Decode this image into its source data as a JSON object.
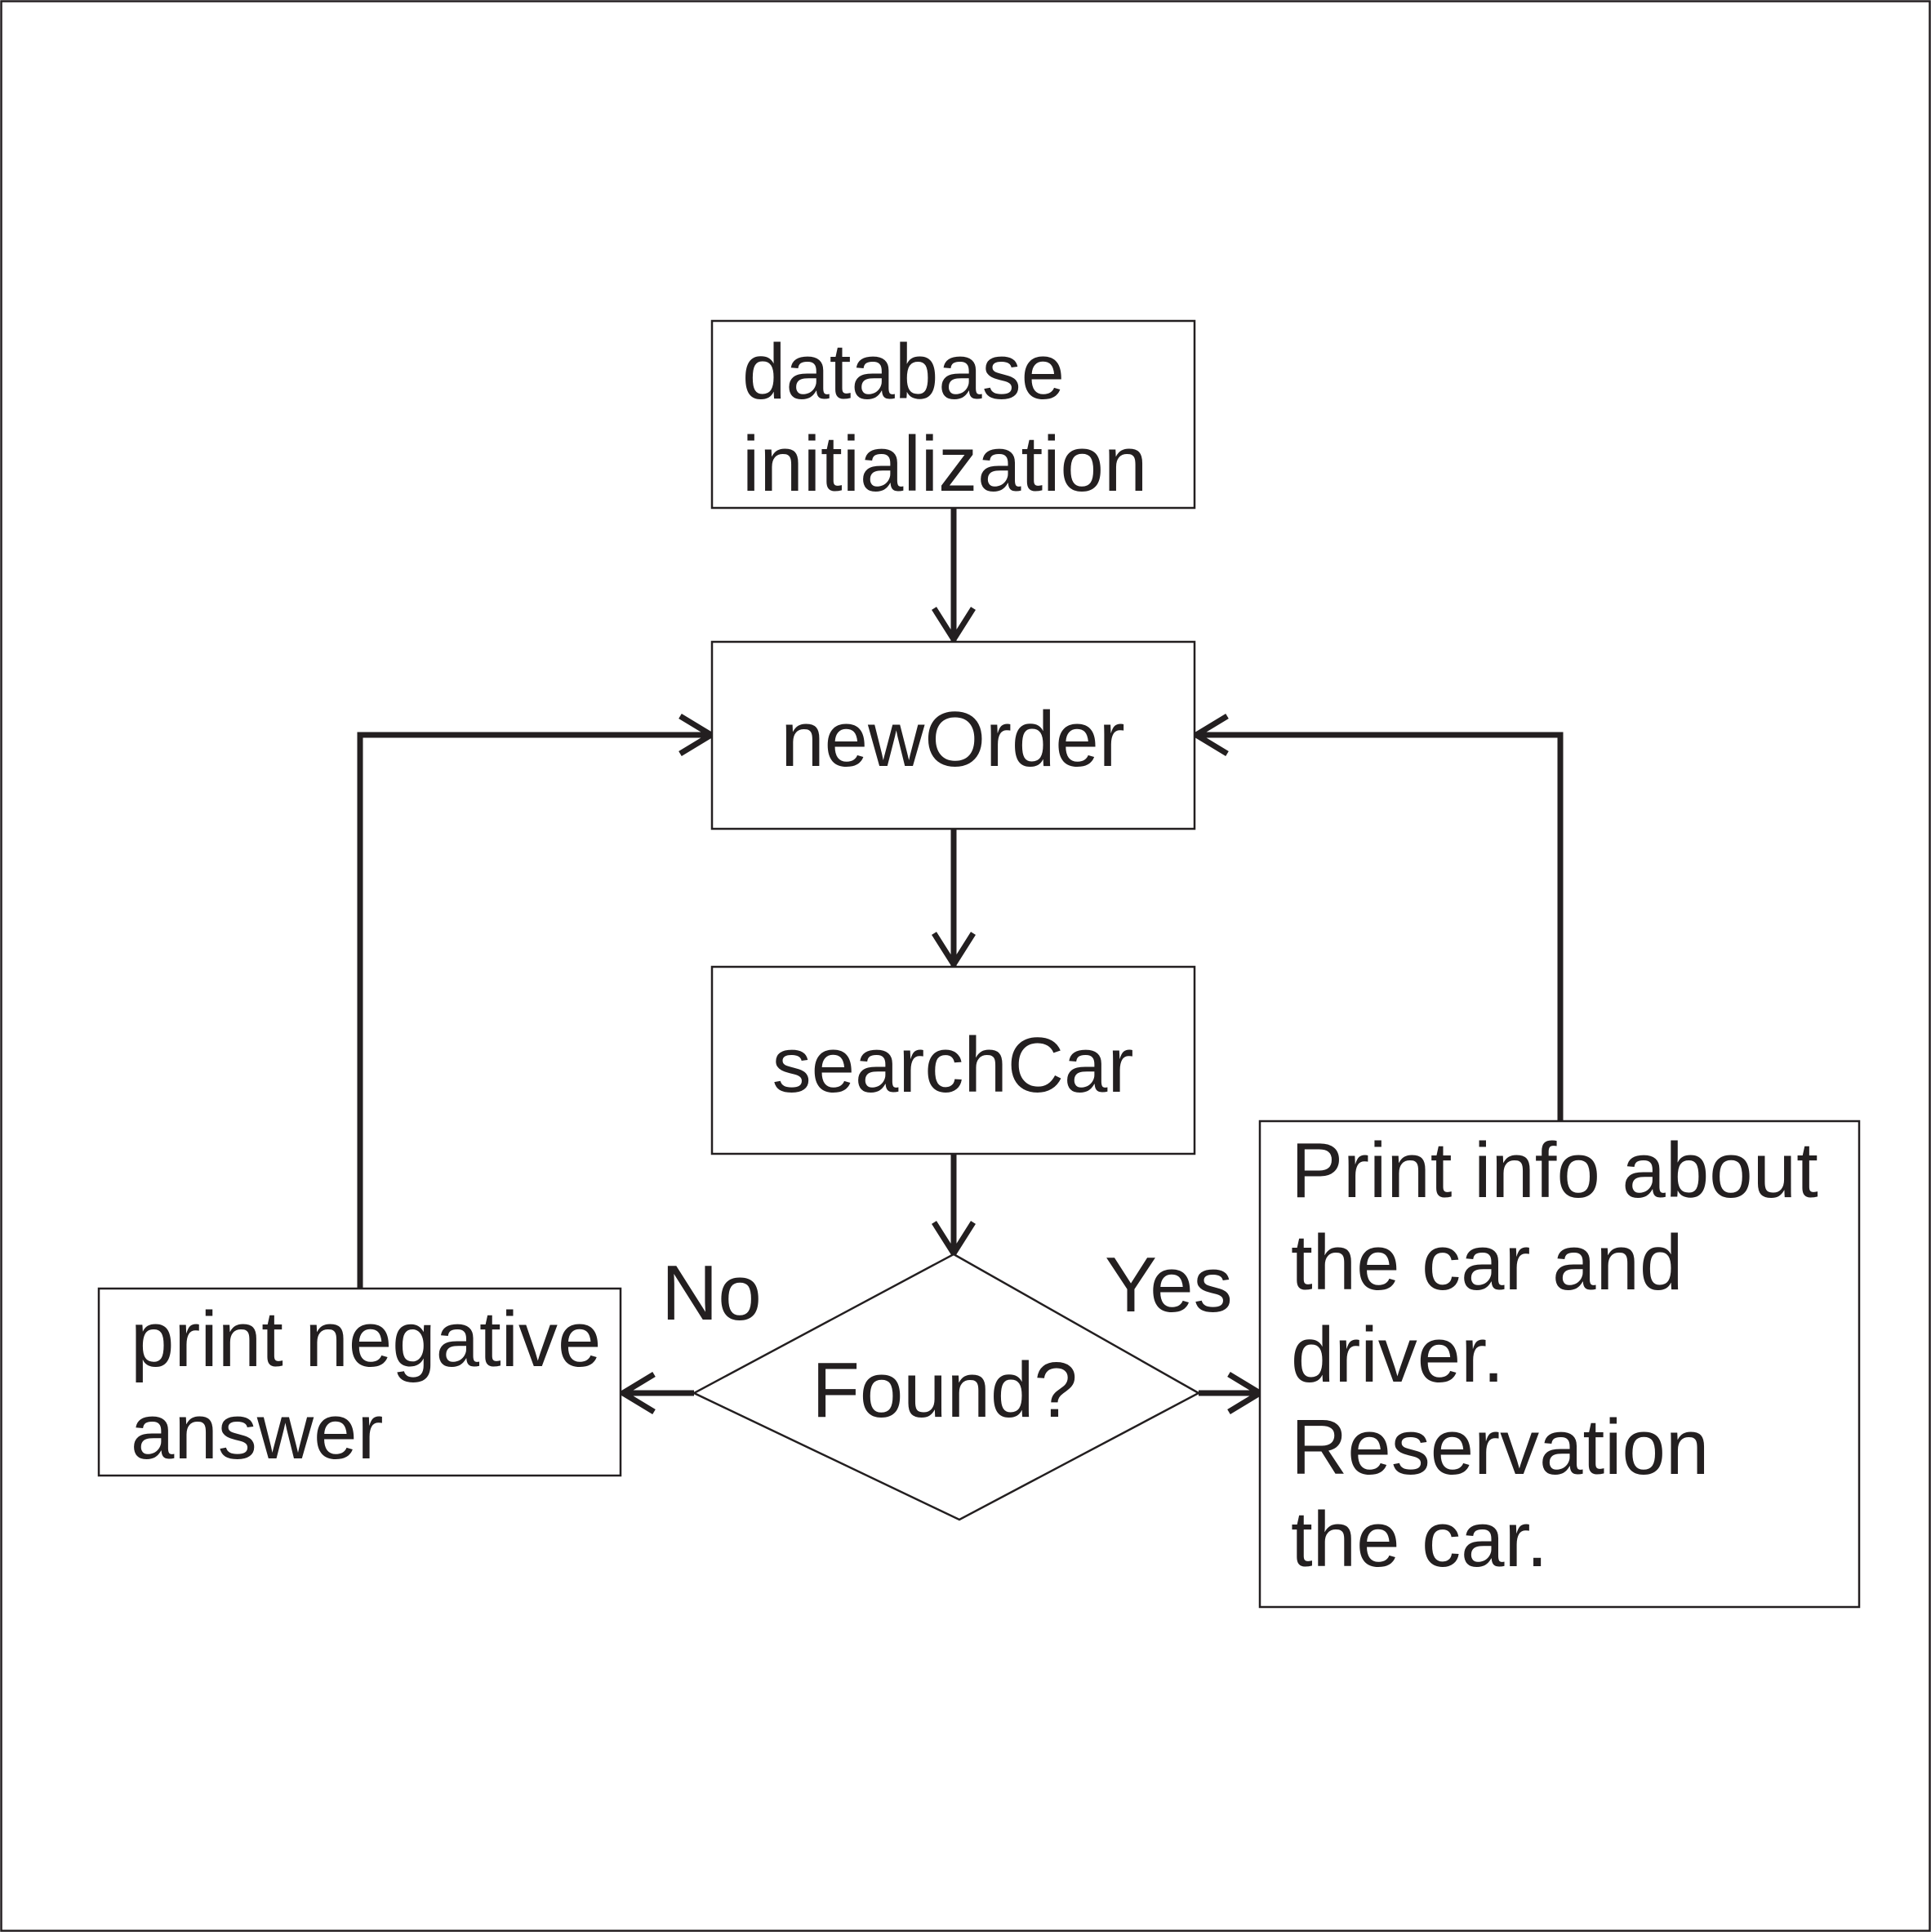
{
  "nodes": {
    "init": {
      "lines": [
        "database",
        "initialization"
      ]
    },
    "new_order": {
      "lines": [
        "newOrder"
      ]
    },
    "search_car": {
      "lines": [
        "searchCar"
      ]
    },
    "decision": {
      "lines": [
        "Found?"
      ]
    },
    "negative": {
      "lines": [
        "print negative",
        "answer"
      ]
    },
    "positive": {
      "lines": [
        "Print info about",
        "the car and",
        "driver.",
        "Reservation",
        "the car."
      ]
    }
  },
  "edge_labels": {
    "no": "No",
    "yes": "Yes"
  },
  "colors": {
    "ink": "#231f20",
    "background": "#ffffff"
  }
}
